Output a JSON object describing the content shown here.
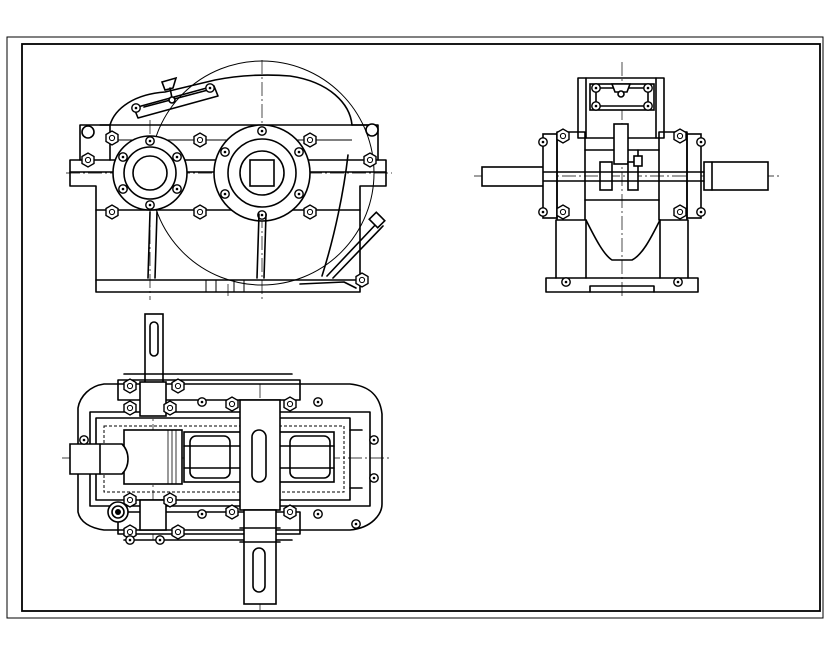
{
  "drawing": {
    "subject": "",
    "views": [
      {
        "id": "front-view"
      },
      {
        "id": "side-view"
      },
      {
        "id": "top-view"
      }
    ],
    "colors": {
      "line": "#000000",
      "paper": "#ffffff"
    }
  }
}
